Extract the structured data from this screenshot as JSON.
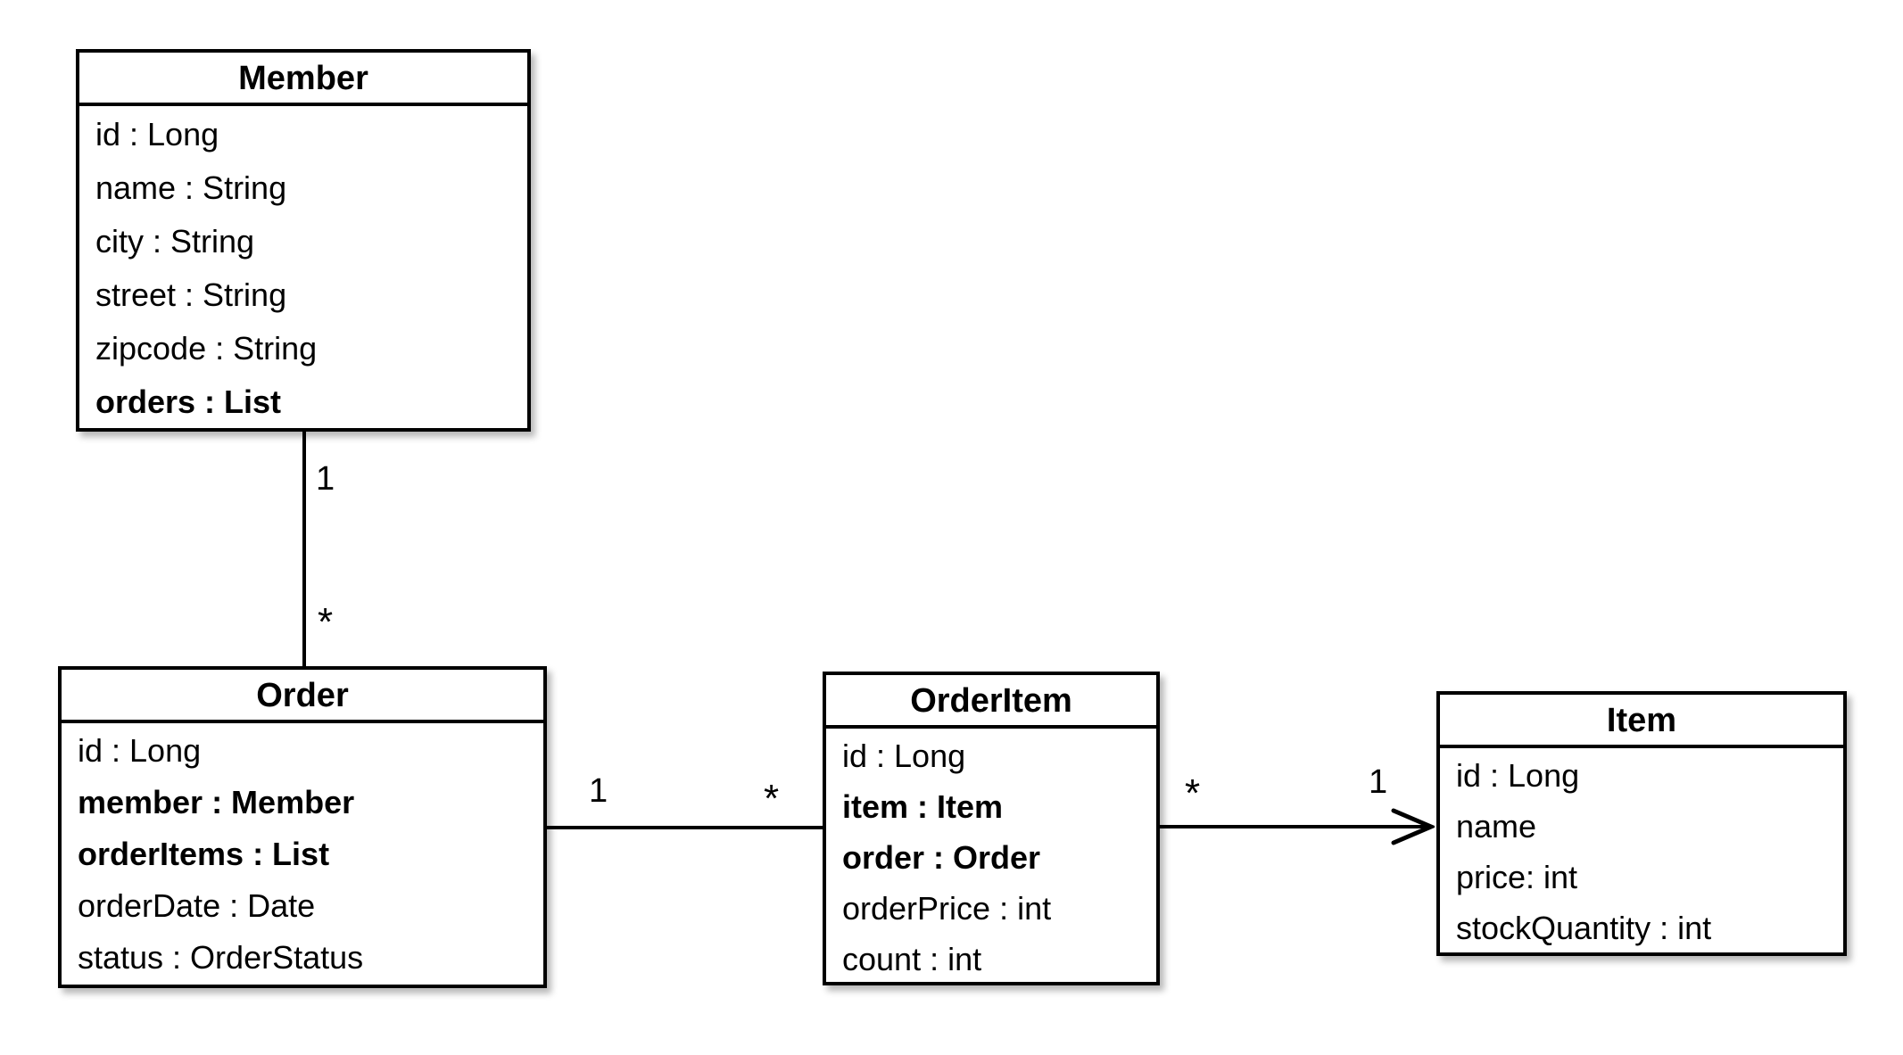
{
  "diagram": {
    "kind": "uml-class-diagram",
    "colors": {
      "line": "#000000",
      "box_fill": "#ffffff",
      "background": "#ffffff",
      "text": "#000000"
    },
    "classes": [
      {
        "name": "Member",
        "attributes": [
          "id : Long",
          "name : String",
          "city : String",
          "street : String",
          "zipcode : String",
          "orders : List"
        ]
      },
      {
        "name": "Order",
        "attributes": [
          "id : Long",
          "member : Member",
          "orderItems : List",
          "orderDate : Date",
          "status : OrderStatus"
        ]
      },
      {
        "name": "OrderItem",
        "attributes": [
          "id : Long",
          "item : Item",
          "order : Order",
          "orderPrice : int",
          "count : int"
        ]
      },
      {
        "name": "Item",
        "attributes": [
          "id : Long",
          "name",
          "price: int",
          "stockQuantity : int"
        ]
      }
    ],
    "associations": [
      {
        "from": "Member",
        "to": "Order",
        "from_label": "1",
        "to_label": "*",
        "arrow": false
      },
      {
        "from": "Order",
        "to": "OrderItem",
        "from_label": "1",
        "to_label": "*",
        "arrow": false
      },
      {
        "from": "OrderItem",
        "to": "Item",
        "from_label": "*",
        "to_label": "1",
        "arrow": true
      }
    ]
  }
}
